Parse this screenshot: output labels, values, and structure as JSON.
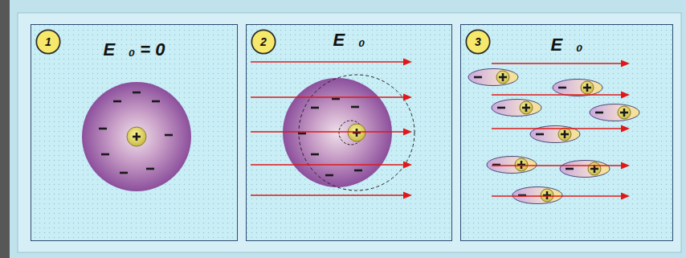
{
  "diagram": {
    "nodes": [
      {
        "text": [
          "E⃗₀ = 0"
        ]
      },
      {
        "text": [
          "1"
        ],
        "in": 0
      },
      {
        "text": [
          "E⃗₀"
        ]
      },
      {
        "text": [
          "2"
        ],
        "in": 2
      },
      {
        "text": [
          "E⃗₀"
        ]
      },
      {
        "text": [
          "3"
        ],
        "in": 4
      }
    ]
  }
}
